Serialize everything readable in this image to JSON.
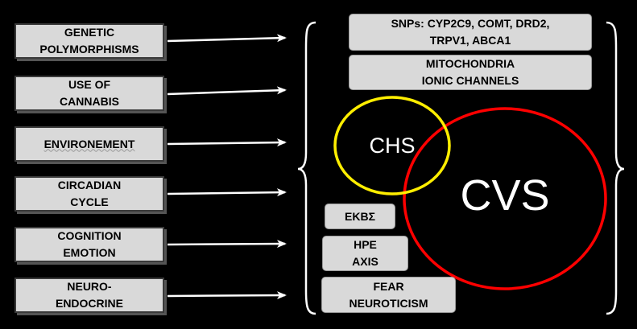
{
  "factors": [
    {
      "lines": [
        "GENETIC",
        "POLYMORPHISMS"
      ]
    },
    {
      "lines": [
        "USE OF",
        "CANNABIS"
      ]
    },
    {
      "lines": [
        "ENVIRONEMENT"
      ]
    },
    {
      "lines": [
        "CIRCADIAN",
        "CYCLE"
      ]
    },
    {
      "lines": [
        "COGNITION",
        "EMOTION"
      ]
    },
    {
      "lines": [
        "NEURO-",
        "ENDOCRINE"
      ]
    }
  ],
  "mechanisms": {
    "snps": [
      "SNPs: CYP2C9, COMT, DRD2,",
      "TRPV1, ABCA1"
    ],
    "mito": [
      "MITOCHONDRIA",
      "IONIC CHANNELS"
    ],
    "ekbs": [
      "ΕΚΒΣ"
    ],
    "hpe": [
      "HPE",
      "AXIS"
    ],
    "fear": [
      "FEAR",
      "NEUROTICISM"
    ]
  },
  "circles": {
    "chs": {
      "label": "CHS",
      "color": "#ffee00"
    },
    "cvs": {
      "label": "CVS",
      "color": "#ff0000"
    }
  },
  "colors": {
    "background": "#000000",
    "box_fill": "#d9d9d9",
    "arrow": "#ffffff",
    "brace": "#ffffff"
  }
}
